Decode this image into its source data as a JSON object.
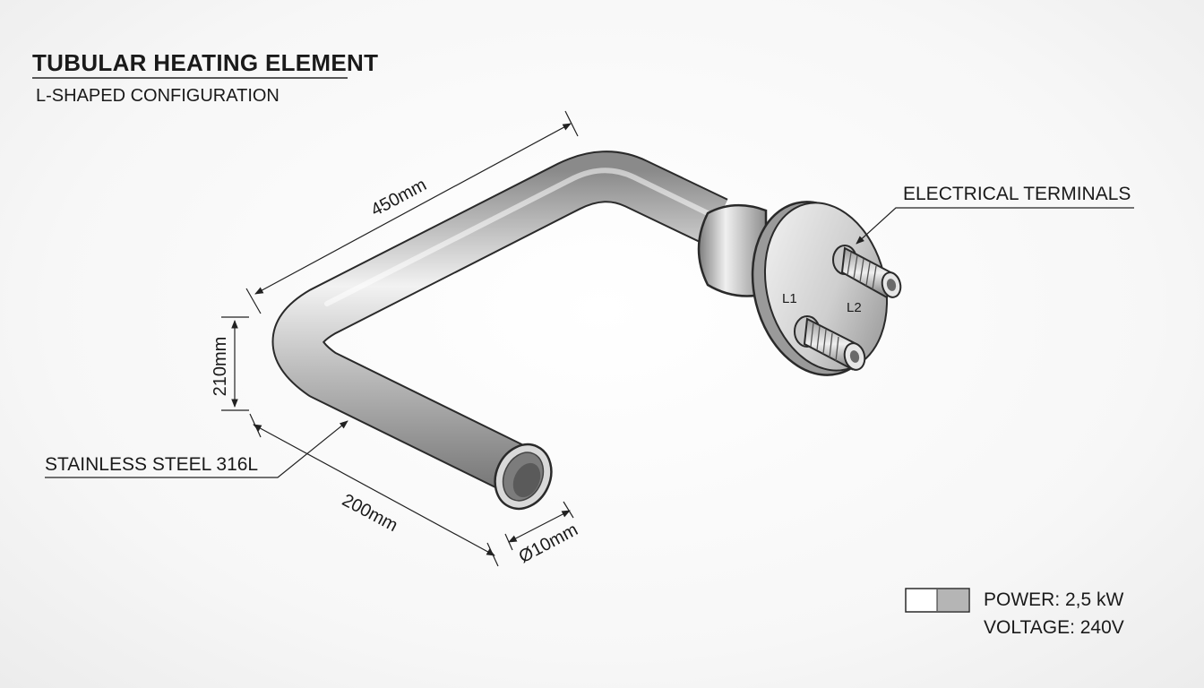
{
  "title": "TUBULAR HEATING ELEMENT",
  "subtitle": "L-SHAPED CONFIGURATION",
  "callouts": {
    "material": "STAINLESS STEEL 316L",
    "terminals": "ELECTRICAL TERMINALS"
  },
  "dimensions": {
    "long_leg": "450mm",
    "vertical": "210mm",
    "short_leg": "200mm",
    "diameter": "Ø10mm"
  },
  "terminal_labels": {
    "l1": "L1",
    "l2": "L2"
  },
  "legend": {
    "power": "POWER: 2,5 kW",
    "voltage": "VOLTAGE: 240V"
  },
  "colors": {
    "steel_dark": "#6e6e6e",
    "steel_light": "#f4f4f4",
    "outline": "#2a2a2a",
    "legend_fill": "#b5b5b5"
  }
}
